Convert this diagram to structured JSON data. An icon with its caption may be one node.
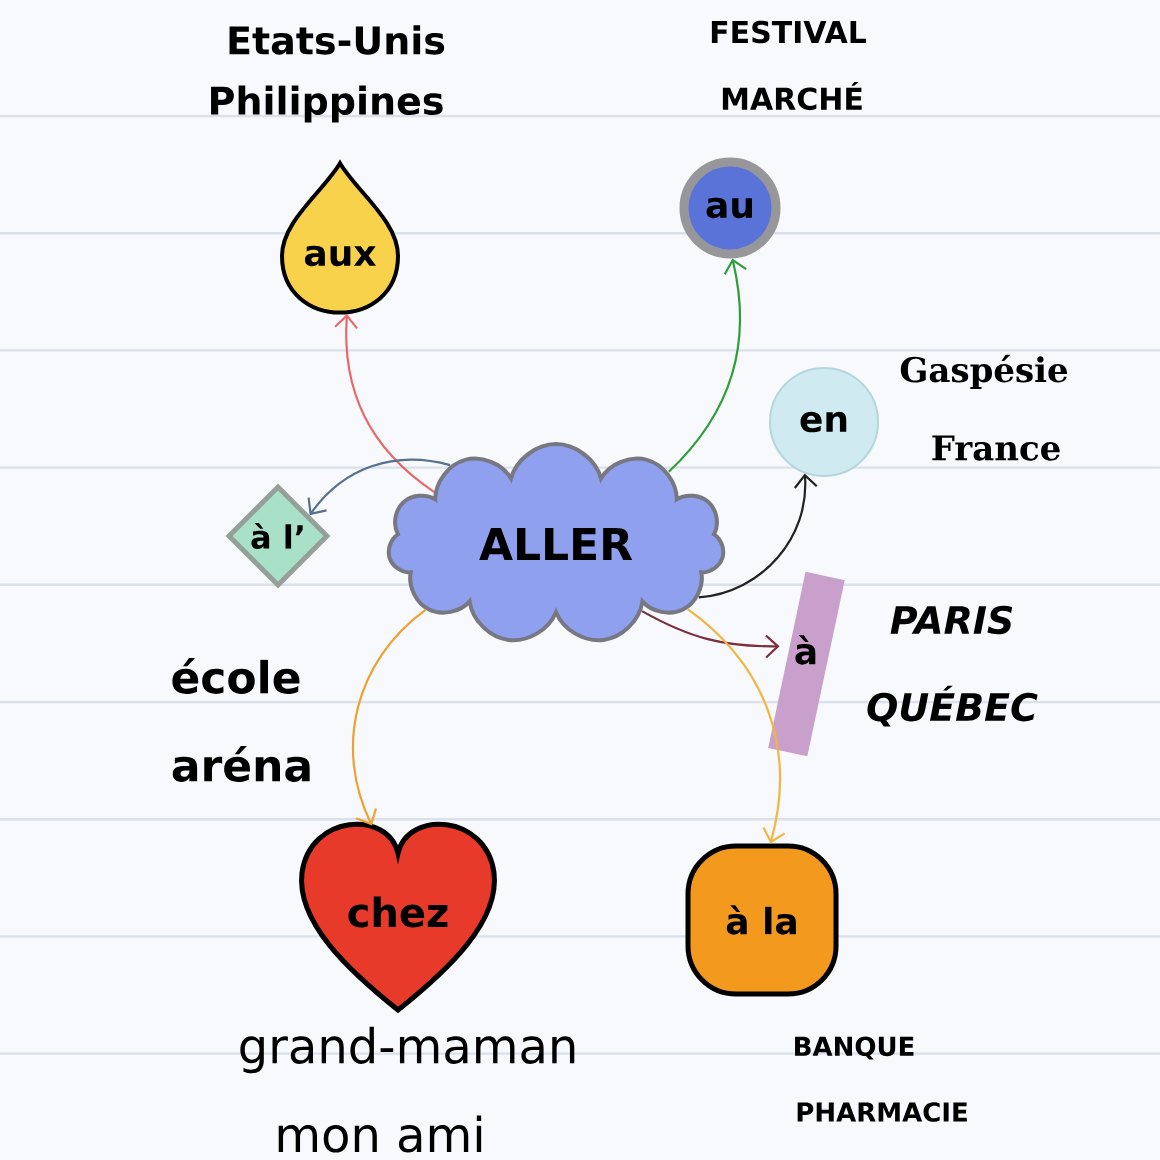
{
  "diagram": {
    "nodes": [
      {
        "text": [
          "ALLER"
        ]
      },
      {
        "text": [
          "aux"
        ],
        "beside": [
          "Etats-Unis",
          "Philippines"
        ]
      },
      {
        "text": [
          "au"
        ],
        "beside": [
          "FESTIVAL",
          "MARCHÉ"
        ]
      },
      {
        "text": [
          "en"
        ],
        "beside": [
          "Gaspésie",
          "France"
        ]
      },
      {
        "text": [
          "à"
        ],
        "beside": [
          "PARIS",
          "QUÉBEC"
        ]
      },
      {
        "text": [
          "à l’"
        ],
        "beside": [
          "école",
          "aréna"
        ]
      },
      {
        "text": [
          "chez"
        ],
        "beside": [
          "grand-maman",
          "mon ami"
        ]
      },
      {
        "text": [
          "à la"
        ],
        "beside": [
          "BANQUE",
          "PHARMACIE"
        ]
      }
    ],
    "edges": [
      {
        "from": 0,
        "to": 1,
        "arrow": "to",
        "color": "#e8686a"
      },
      {
        "from": 0,
        "to": 2,
        "arrow": "to",
        "color": "#2e9e3a"
      },
      {
        "from": 0,
        "to": 3,
        "arrow": "to",
        "color": "#222222"
      },
      {
        "from": 0,
        "to": 4,
        "arrow": "to",
        "color": "#7b2d3d"
      },
      {
        "from": 0,
        "to": 5,
        "arrow": "to",
        "color": "#56708f"
      },
      {
        "from": 0,
        "to": 6,
        "arrow": "to",
        "color": "#eea033"
      },
      {
        "from": 0,
        "to": 7,
        "arrow": "to",
        "color": "#f2b640"
      }
    ]
  }
}
